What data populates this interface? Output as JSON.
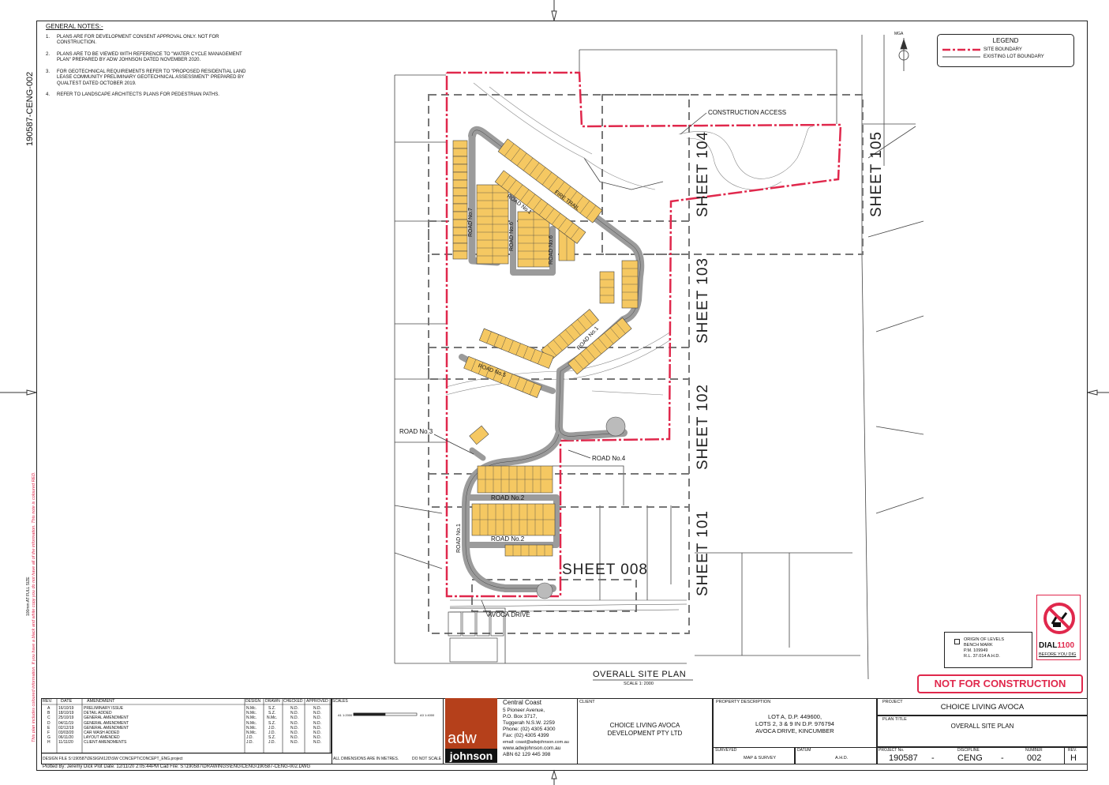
{
  "side_label": "190587-CENG-002",
  "general_notes": {
    "heading": "GENERAL NOTES:-",
    "items": [
      {
        "num": "1.",
        "text": "PLANS ARE FOR DEVELOPMENT CONSENT APPROVAL ONLY. NOT FOR CONSTRUCTION."
      },
      {
        "num": "2.",
        "text": "PLANS ARE TO BE VIEWED WITH REFERENCE TO \"WATER CYCLE MANAGEMENT PLAN\" PREPARED BY ADW JOHNSON DATED NOVEMBER 2020."
      },
      {
        "num": "3.",
        "text": "FOR GEOTECHNICAL REQUIREMENTS REFER TO \"PROPOSED RESIDENTIAL LAND LEASE COMMUNITY PRELIMINARY GEOTECHNICAL ASSESSMENT\" PREPARED BY QUALTEST DATED OCTOBER 2019."
      },
      {
        "num": "4.",
        "text": "REFER TO LANDSCAPE ARCHITECTS PLANS FOR PEDESTRIAN PATHS."
      }
    ]
  },
  "legend": {
    "title": "LEGEND",
    "site_boundary": "SITE BOUNDARY",
    "existing_lot": "EXISTING LOT BOUNDARY",
    "north": "MGA"
  },
  "plan_labels": {
    "construction_access": "CONSTRUCTION ACCESS",
    "fire_trail": "FIRE TRAIL",
    "road7": "ROAD No.7",
    "road6a": "ROAD No.6",
    "road6b": "ROAD No.6",
    "road1_top": "ROAD No.1",
    "road5": "ROAD No.5",
    "road3": "ROAD No.3",
    "road4": "ROAD No.4",
    "road2_top": "ROAD No.2",
    "road2_bottom": "ROAD No.2",
    "road1_bottom": "ROAD No.1",
    "avoca_drive": "AVOCA DRIVE"
  },
  "sheets": {
    "s104": "SHEET 104",
    "s105": "SHEET 105",
    "s103": "SHEET 103",
    "s102": "SHEET 102",
    "s101": "SHEET 101",
    "s008": "SHEET 008"
  },
  "title": {
    "main": "OVERALL SITE PLAN",
    "scale": "SCALE 1: 2000"
  },
  "benchmark": {
    "l1": "ORIGIN OF LEVELS",
    "l2": "BENCH MARK",
    "l3": "P.M. 109949",
    "l4": "R.L. 37.014 A.H.D."
  },
  "dial": {
    "word": "DIAL",
    "num": "1100",
    "sub": "BEFORE YOU DIG"
  },
  "not_for_construction": "NOT FOR CONSTRUCTION",
  "margin_notes": {
    "full_size": "100mm AT FULL SIZE",
    "colour": "This plan includes coloured information. If you have a black and white copy you do not have all of the information. This note is coloured RED."
  },
  "revisions": {
    "headers": {
      "rev": "REV.",
      "date": "DATE",
      "amend": "AMENDMENT",
      "design": "DESIGN",
      "drawn": "DRAWN",
      "checked": "CHECKED",
      "approved": "APPROVED",
      "scales": "SCALES"
    },
    "rows": [
      {
        "rev": "A",
        "date": "16/10/19",
        "amend": "PRELIMINARY ISSUE",
        "design": "N.Mc.",
        "drawn": "S.Z.",
        "checked": "N.D.",
        "approved": "N.D."
      },
      {
        "rev": "B",
        "date": "18/10/19",
        "amend": "DETAIL ADDED",
        "design": "N.Mc.",
        "drawn": "S.Z.",
        "checked": "N.D.",
        "approved": "N.D."
      },
      {
        "rev": "C",
        "date": "25/10/19",
        "amend": "GENERAL AMENDMENT",
        "design": "N.Mc.",
        "drawn": "N.Mc.",
        "checked": "N.D.",
        "approved": "N.D."
      },
      {
        "rev": "D",
        "date": "04/11/19",
        "amend": "GENERAL AMENDMENT",
        "design": "N.Mc.",
        "drawn": "S.Z.",
        "checked": "N.D.",
        "approved": "N.D."
      },
      {
        "rev": "E",
        "date": "02/12/19",
        "amend": "GENERAL AMENDMENT",
        "design": "N.Mc.",
        "drawn": "J.D.",
        "checked": "N.D.",
        "approved": "N.D."
      },
      {
        "rev": "F",
        "date": "03/03/20",
        "amend": "CAR WASH ADDED",
        "design": "N.Mc.",
        "drawn": "J.D.",
        "checked": "N.D.",
        "approved": "N.D."
      },
      {
        "rev": "G",
        "date": "06/11/20",
        "amend": "LAYOUT AMENDED",
        "design": "J.D.",
        "drawn": "S.Z.",
        "checked": "N.D.",
        "approved": "N.D."
      },
      {
        "rev": "H",
        "date": "11/11/20",
        "amend": "CLIENT AMENDMENTS",
        "design": "J.D.",
        "drawn": "J.D.",
        "checked": "N.D.",
        "approved": "N.D."
      }
    ],
    "design_file": "DESIGN FILE   S:\\190587\\DESIGN\\12D\\SW CONCEPT\\CONCEPT_ENG.project",
    "dims": "ALL DIMENSIONS ARE IN METRES.",
    "do_not_scale": "DO NOT SCALE",
    "scale_a1": "A1 1:2000",
    "scale_a3": "A3 1:4000"
  },
  "company": {
    "logo_top": "adw",
    "logo_bottom": "johnson",
    "office": "Central Coast",
    "addr1": "5 Pioneer Avenue,",
    "addr2": "P.O. Box 3717,",
    "addr3": "Tuggerah N.S.W. 2259",
    "phone": "Phone: (02) 4305 4300",
    "fax": "Fax:      (02) 4305 4399",
    "email": "email: coast@adwjohnson.com.au",
    "web": "www.adwjohnson.com.au",
    "abn": "ABN  62 129 445 398"
  },
  "client": {
    "label": "CLIENT",
    "line1": "CHOICE LIVING AVOCA",
    "line2": "DEVELOPMENT PTY LTD"
  },
  "property": {
    "label": "PROPERTY DESCRIPTION",
    "l1": "LOT A, D.P. 449600,",
    "l2": "LOTS 2, 3 & 9 IN D.P. 976794",
    "l3": "AVOCA DRIVE, KINCUMBER",
    "surveyed_label": "SURVEYED",
    "surveyed": "MAP & SURVEY",
    "datum_label": "DATUM",
    "datum": "A.H.D."
  },
  "project": {
    "label": "PROJECT",
    "name": "CHOICE LIVING AVOCA",
    "plan_title_label": "PLAN TITLE",
    "plan_title": "OVERALL SITE PLAN",
    "no_label": "PROJECT No.",
    "no": "190587",
    "disc_label": "DISCIPLINE",
    "disc": "CENG",
    "num_label": "NUMBER",
    "num": "002",
    "rev_label": "REV.",
    "rev": "H",
    "dash": "-"
  },
  "plotted": "Plotted By:  Jeremy Dick   Plot Date: 12/11/20 2:05:44PM   Cad File:  S:\\190587\\DRAWINGS\\ENG\\CENG\\190587-CENG-002.DWG",
  "colors": {
    "boundary": "#e0284c",
    "lot": "#f5c862",
    "road": "#9b9b9b",
    "logo": "#b5401b"
  }
}
